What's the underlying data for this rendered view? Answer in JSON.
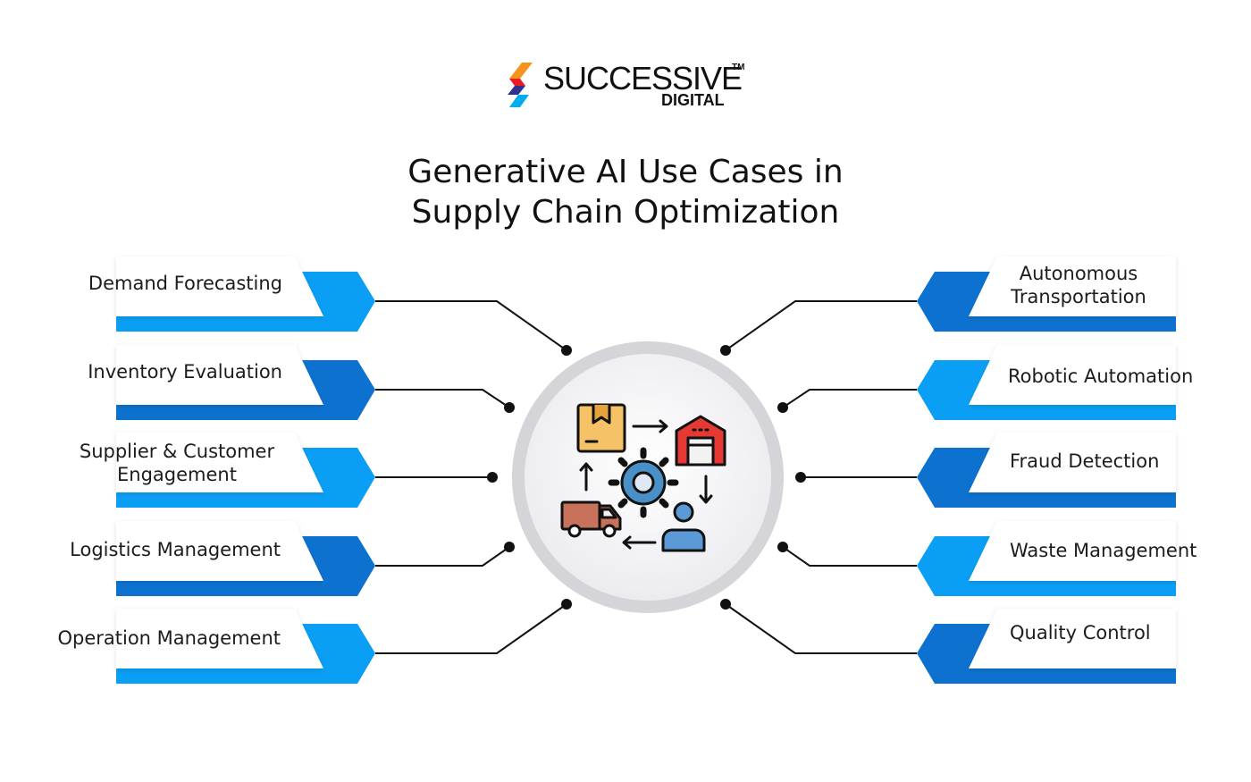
{
  "logo": {
    "wordmark": "SUCCESSIVE",
    "trademark": "TM",
    "subtext": "DIGITAL"
  },
  "title": {
    "line1": "Generative AI Use Cases in",
    "line2": "Supply Chain Optimization"
  },
  "colors": {
    "blue_light": "#0a9ff5",
    "blue_dark": "#0d72cf",
    "connector": "#111111",
    "hub_ring": "#cfcfd4"
  },
  "center_icon": {
    "name": "supply-chain-cycle-icon"
  },
  "use_cases_left": [
    {
      "label_lines": [
        "Demand Forecasting"
      ]
    },
    {
      "label_lines": [
        "Inventory Evaluation"
      ]
    },
    {
      "label_lines": [
        "Supplier & Customer",
        "Engagement"
      ]
    },
    {
      "label_lines": [
        "Logistics Management"
      ]
    },
    {
      "label_lines": [
        "Operation Management"
      ]
    }
  ],
  "use_cases_right": [
    {
      "label_lines": [
        "Autonomous",
        "Transportation"
      ]
    },
    {
      "label_lines": [
        "Robotic Automation"
      ]
    },
    {
      "label_lines": [
        "Fraud Detection"
      ]
    },
    {
      "label_lines": [
        "Waste Management"
      ]
    },
    {
      "label_lines": [
        "Quality Control"
      ]
    }
  ]
}
